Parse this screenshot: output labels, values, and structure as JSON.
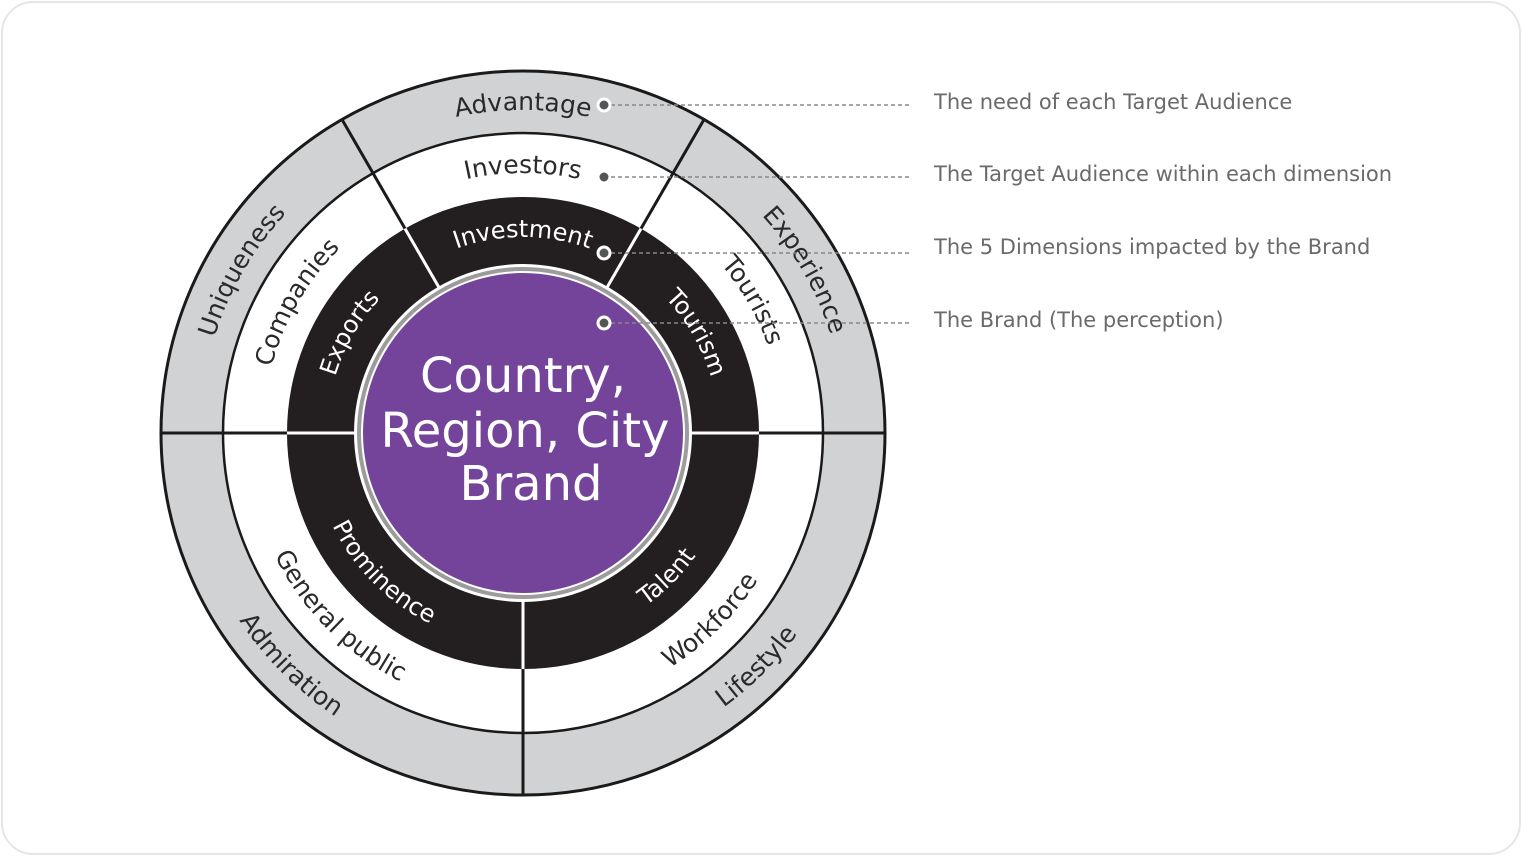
{
  "diagram": {
    "title": "Country, Region, City Brand wheel",
    "center": {
      "lines": [
        "Country,",
        "Region, City",
        "Brand"
      ],
      "color": "#74449a"
    },
    "colors": {
      "outer_ring": "#d1d2d4",
      "middle_ring": "#ffffff",
      "inner_ring": "#231f20",
      "divider": "#1a1a1a",
      "legend_text": "#6a6a6a",
      "leader_line": "#888888",
      "marker": "#555555"
    },
    "segments": [
      {
        "dimension": "Investment",
        "audience": "Investors",
        "need": "Advantage",
        "position": "top"
      },
      {
        "dimension": "Tourism",
        "audience": "Tourists",
        "need": "Experience",
        "position": "upper-right"
      },
      {
        "dimension": "Talent",
        "audience": "Workforce",
        "need": "Lifestyle",
        "position": "lower-right"
      },
      {
        "dimension": "Prominence",
        "audience": "General public",
        "need": "Admiration",
        "position": "lower-left"
      },
      {
        "dimension": "Exports",
        "audience": "Companies",
        "need": "Uniqueness",
        "position": "upper-left"
      }
    ],
    "legend": [
      {
        "text": "The need of each Target Audience",
        "points_to": "outer-ring"
      },
      {
        "text": "The Target Audience within each dimension",
        "points_to": "middle-ring"
      },
      {
        "text": "The 5 Dimensions impacted by the Brand",
        "points_to": "inner-ring"
      },
      {
        "text": "The Brand (The perception)",
        "points_to": "center"
      }
    ]
  }
}
